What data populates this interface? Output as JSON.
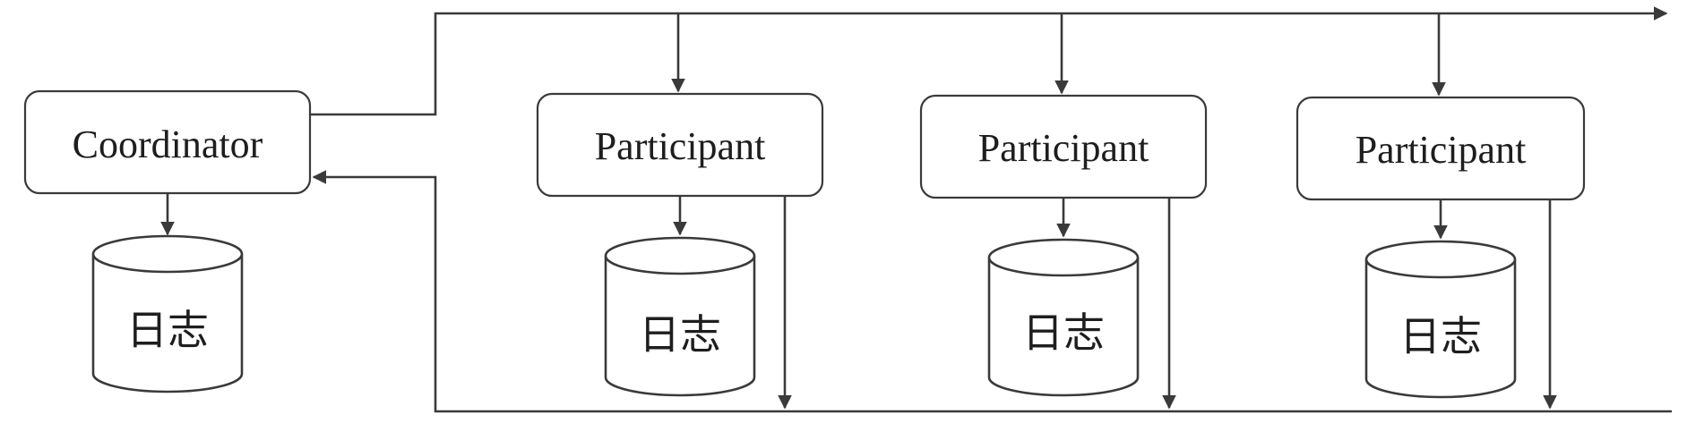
{
  "diagram": {
    "coordinator": {
      "label": "Coordinator",
      "log_label": "日志"
    },
    "participants": [
      {
        "label": "Participant",
        "log_label": "日志"
      },
      {
        "label": "Participant",
        "log_label": "日志"
      },
      {
        "label": "Participant",
        "log_label": "日志"
      }
    ],
    "line_color": "#3a3a3a"
  }
}
